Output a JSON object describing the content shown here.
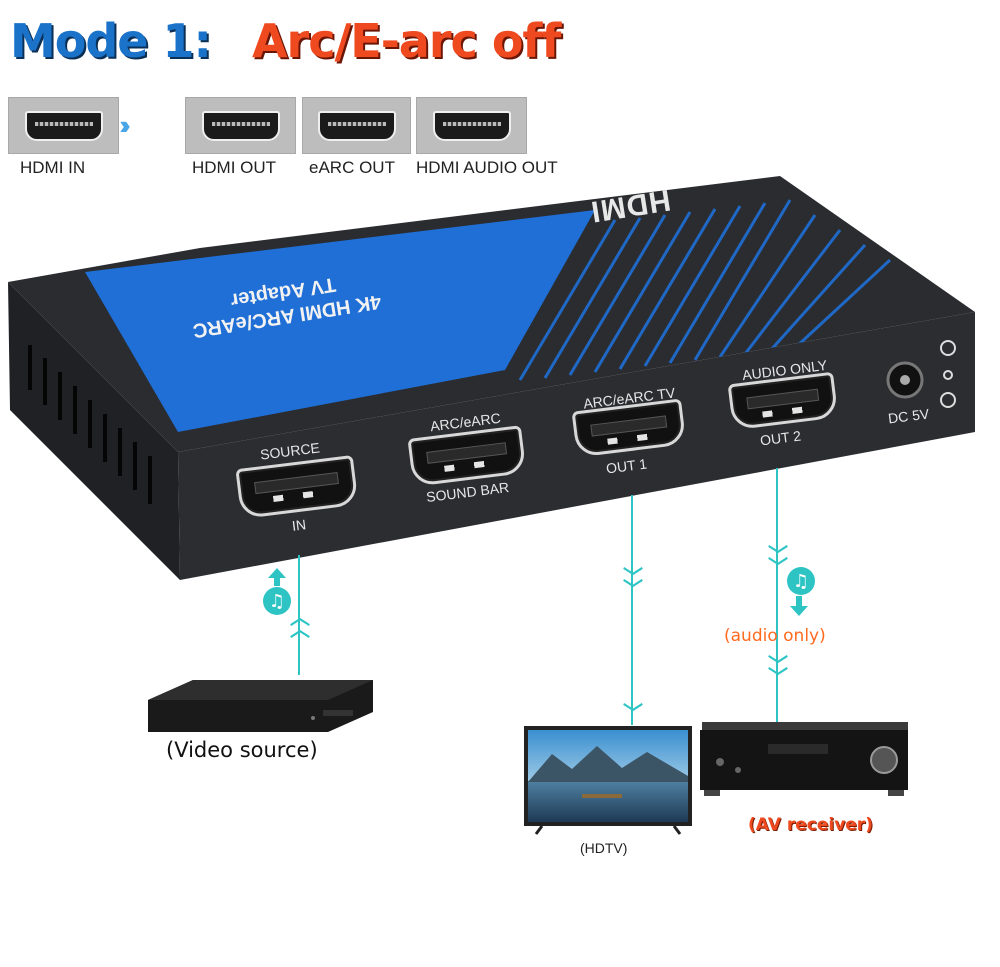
{
  "title": {
    "mode": "Mode 1:",
    "state": "Arc/E-arc off"
  },
  "legend": {
    "ports": [
      "HDMI IN",
      "HDMI OUT",
      "eARC OUT",
      "HDMI AUDIO OUT"
    ]
  },
  "device": {
    "logo": "HDMI",
    "name_line1": "4K HDMI ARC/eARC",
    "name_line2": "TV Adapter",
    "ports": {
      "source_top": "SOURCE",
      "source_bottom": "IN",
      "soundbar_top": "ARC/eARC",
      "soundbar_bottom": "SOUND BAR",
      "tv_top": "ARC/eARC TV",
      "tv_bottom": "OUT 1",
      "audio_top": "AUDIO ONLY",
      "audio_bottom": "OUT 2",
      "dc": "DC 5V"
    }
  },
  "labels": {
    "video_source": "(Video source)",
    "hdtv": "(HDTV)",
    "av_receiver": "(AV receiver)",
    "audio_only": "(audio only)"
  },
  "colors": {
    "title_blue": "#1a72c9",
    "title_orange": "#ef4a1f",
    "cable": "#2ec4c4",
    "device_blue": "#1f6fd6"
  }
}
